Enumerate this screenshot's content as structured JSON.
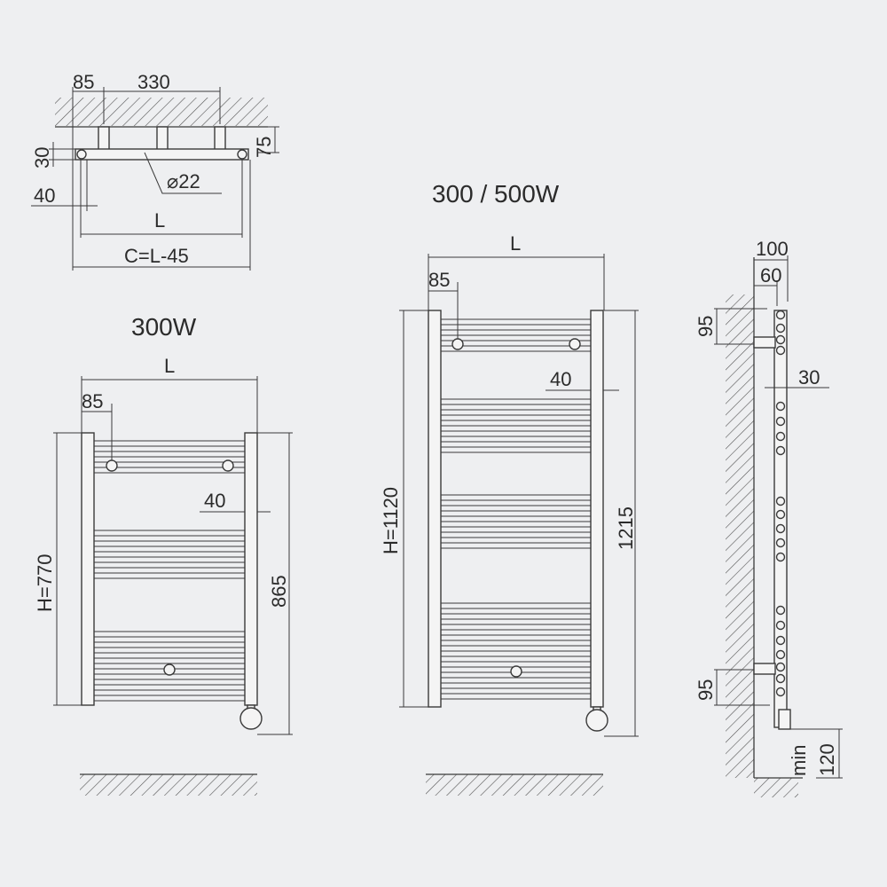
{
  "top_view": {
    "d85": "85",
    "d330": "330",
    "d30": "30",
    "d75": "75",
    "d40": "40",
    "pipe": "⌀22",
    "L": "L",
    "C": "C=L-45"
  },
  "model_300w": {
    "title": "300W",
    "L": "L",
    "d85": "85",
    "d40": "40",
    "H": "H=770",
    "total": "865"
  },
  "model_300_500w": {
    "title": "300 / 500W",
    "L": "L",
    "d85": "85",
    "d40": "40",
    "H": "H=1120",
    "total": "1215"
  },
  "side_view": {
    "d100": "100",
    "d60": "60",
    "d95_top": "95",
    "d30": "30",
    "d95_bottom": "95",
    "min": "min",
    "d120": "120"
  }
}
